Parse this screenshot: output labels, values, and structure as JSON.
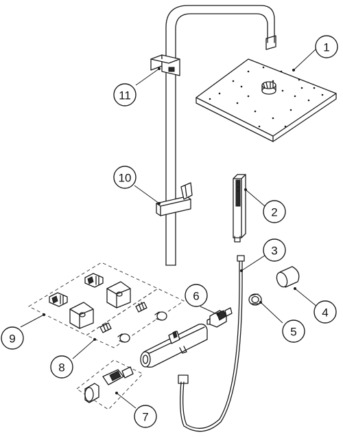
{
  "callouts": [
    {
      "id": "c1",
      "label": "1"
    },
    {
      "id": "c2",
      "label": "2"
    },
    {
      "id": "c3",
      "label": "3"
    },
    {
      "id": "c4",
      "label": "4"
    },
    {
      "id": "c5",
      "label": "5"
    },
    {
      "id": "c6",
      "label": "6"
    },
    {
      "id": "c7",
      "label": "7"
    },
    {
      "id": "c8",
      "label": "8"
    },
    {
      "id": "c9",
      "label": "9"
    },
    {
      "id": "c10",
      "label": "10"
    },
    {
      "id": "c11",
      "label": "11"
    }
  ],
  "colors": {
    "line": "#1a1a1a",
    "background": "#ffffff",
    "dashed_group": "#444444"
  }
}
